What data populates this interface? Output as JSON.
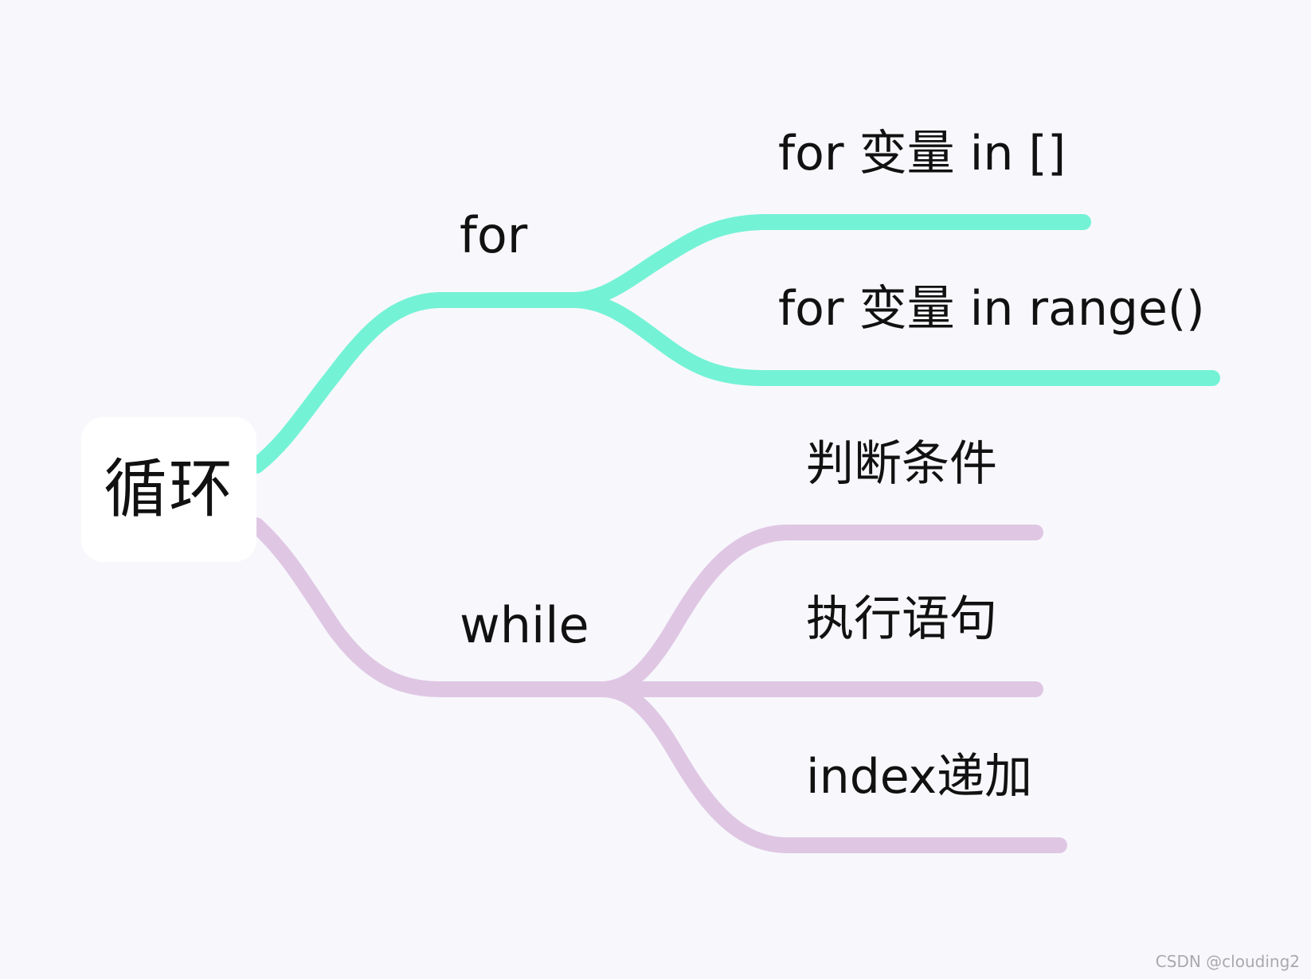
{
  "mindmap": {
    "root": {
      "label": "循环"
    },
    "colors": {
      "for_branch": "#74f2d6",
      "while_branch": "#dfc7e4",
      "node_background": "#ffffff",
      "canvas_background": "#f8f8fc",
      "text": "#111111"
    },
    "branches": [
      {
        "label": "for",
        "children": [
          {
            "label": "for 变量 in []"
          },
          {
            "label": "for 变量 in range()"
          }
        ]
      },
      {
        "label": "while",
        "children": [
          {
            "label": "判断条件"
          },
          {
            "label": "执行语句"
          },
          {
            "label": "index递加"
          }
        ]
      }
    ]
  },
  "watermark": "CSDN @clouding2"
}
